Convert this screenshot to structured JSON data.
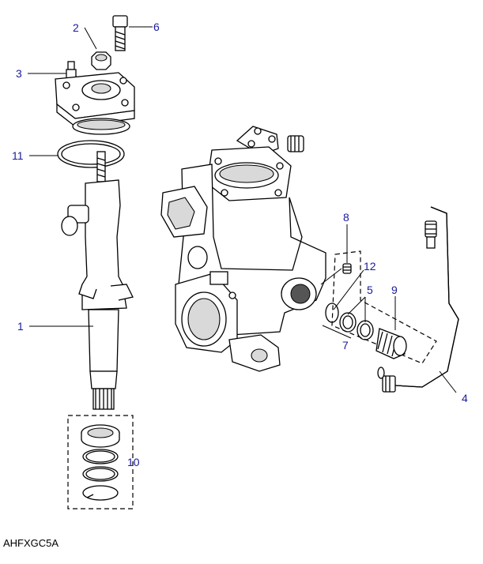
{
  "diagram": {
    "reference_code": "AHFXGC5A",
    "callouts": [
      {
        "id": "c1",
        "text": "1"
      },
      {
        "id": "c2",
        "text": "2"
      },
      {
        "id": "c3",
        "text": "3"
      },
      {
        "id": "c4",
        "text": "4"
      },
      {
        "id": "c5",
        "text": "5"
      },
      {
        "id": "c6",
        "text": "6"
      },
      {
        "id": "c7",
        "text": "7"
      },
      {
        "id": "c8",
        "text": "8"
      },
      {
        "id": "c9",
        "text": "9"
      },
      {
        "id": "c10",
        "text": "10"
      },
      {
        "id": "c11",
        "text": "11"
      },
      {
        "id": "c12",
        "text": "12"
      }
    ],
    "label_color": "#1a1a9e",
    "line_color": "#000000"
  }
}
